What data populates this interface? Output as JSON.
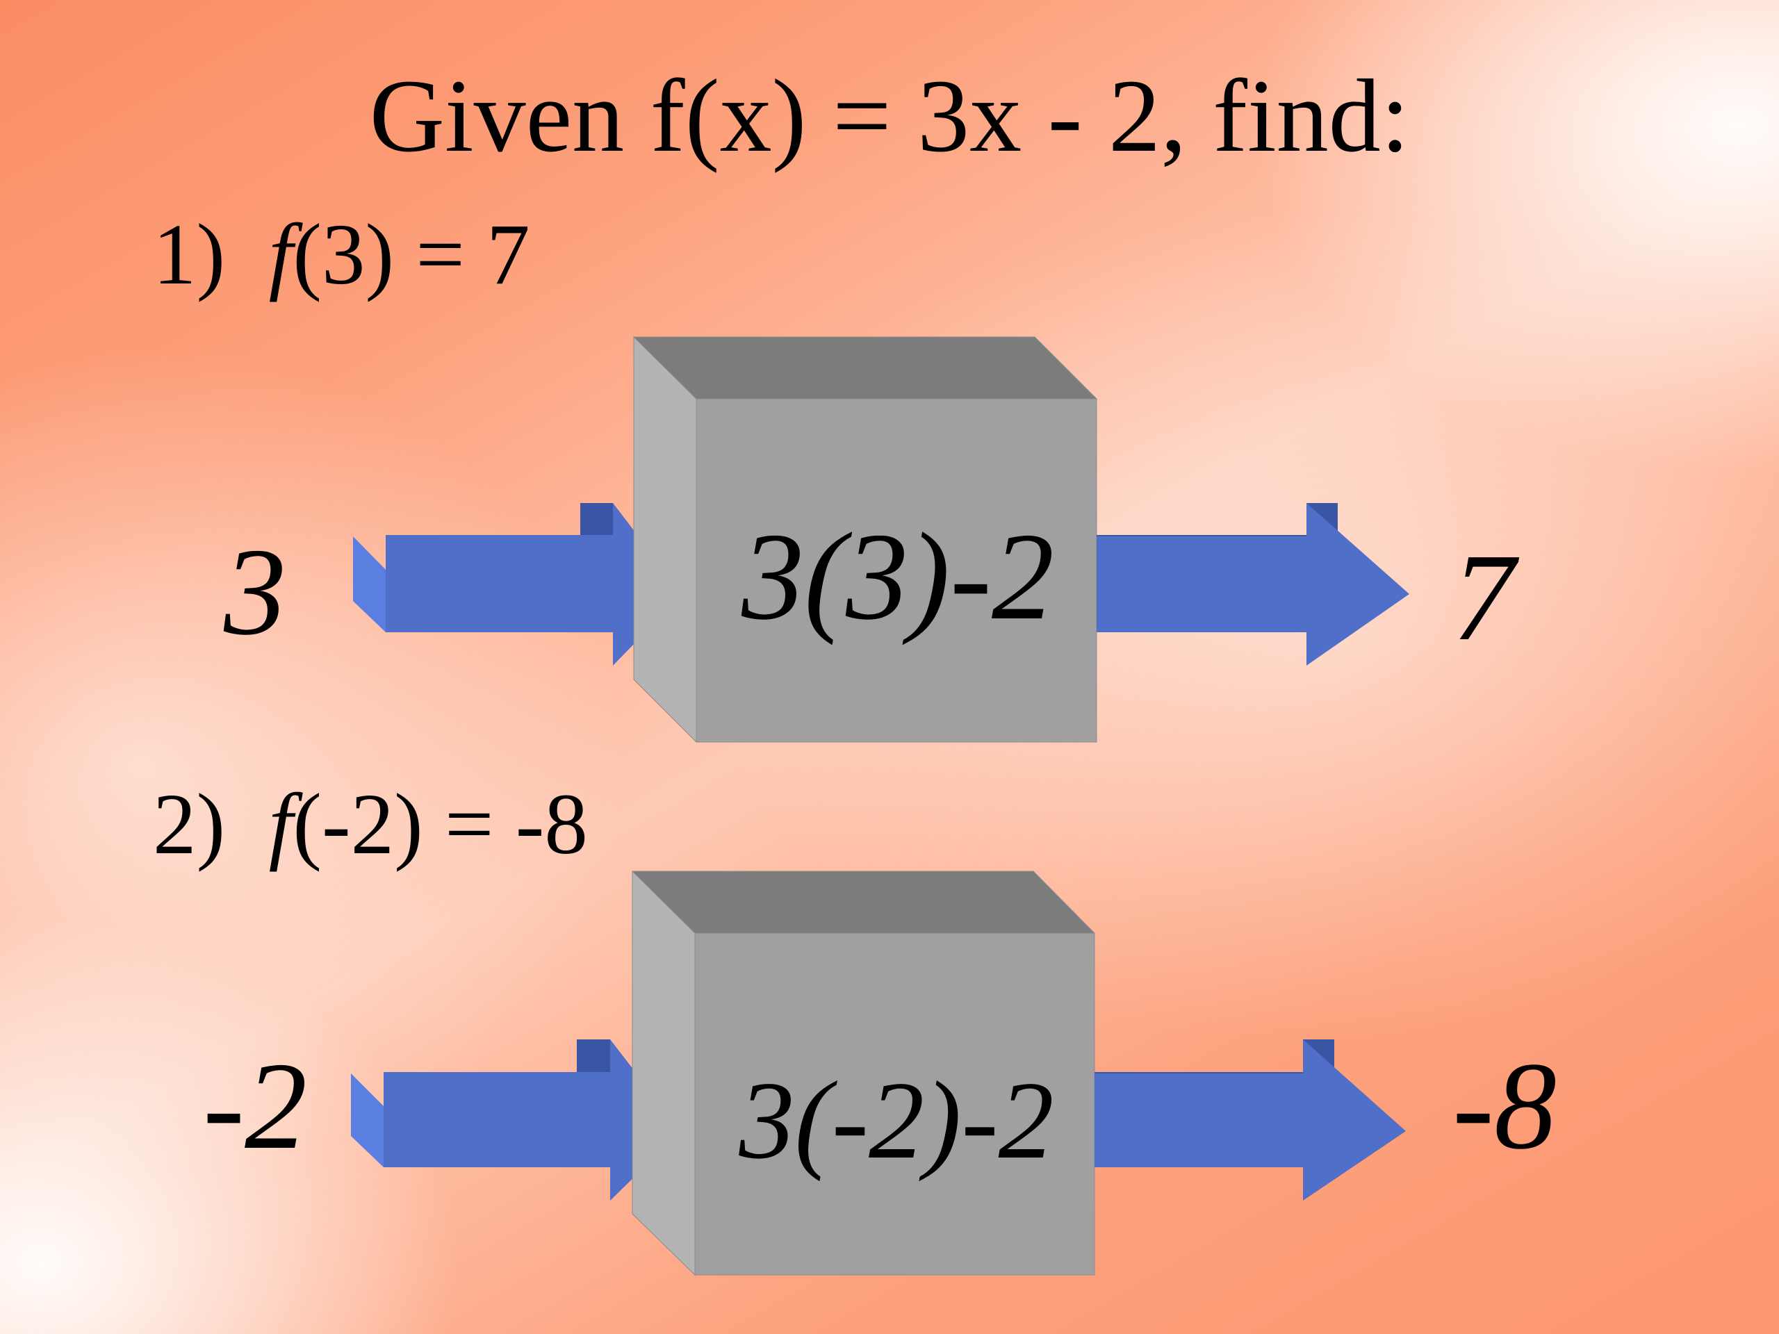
{
  "title": "Given f(x) = 3x - 2, find:",
  "problems": [
    {
      "number": "1)",
      "fn": "f",
      "arg": "(3) = 7",
      "input": "3",
      "expression": "3(3)-2",
      "output": "7"
    },
    {
      "number": "2)",
      "fn": "f",
      "arg": "(-2) = -8",
      "input": "-2",
      "expression": "3(-2)-2",
      "output": "-8"
    }
  ],
  "colors": {
    "box_front": "#a0a0a0",
    "box_top": "#7c7c7c",
    "box_side": "#b4b4b4",
    "arrow_front": "#4f6fc8",
    "arrow_top": "#3a55a3",
    "arrow_side": "#5a7fe0"
  }
}
